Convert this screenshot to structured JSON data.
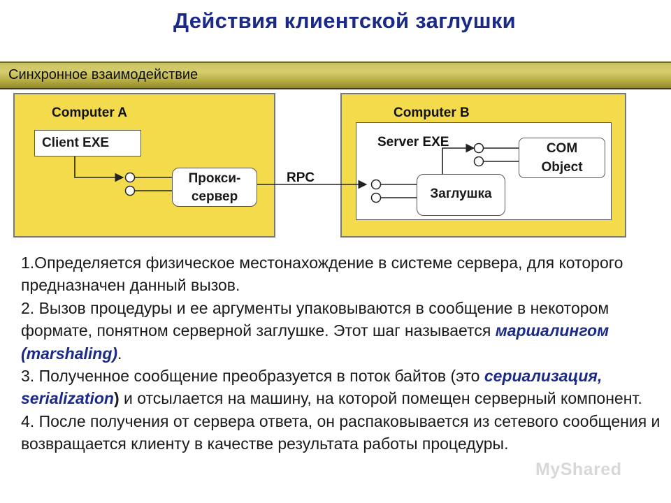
{
  "title": "Действия клиентской  заглушки",
  "banner": "Синхронное взаимодействие",
  "diagram": {
    "computer_a": "Computer A",
    "computer_b": "Computer B",
    "client_exe": "Client EXE",
    "proxy_line1": "Прокси-",
    "proxy_line2": "сервер",
    "rpc": "RPC",
    "server_exe": "Server EXE",
    "com_line1": "COM",
    "com_line2": "Object",
    "stub": "Заглушка"
  },
  "steps": {
    "s1": "1.Определяется физическое местонахождение в системе сервера, для которого предназначен данный вызов.",
    "s2_a": "2. Вызов процедуры и ее аргументы упаковываются в сообщение в некотором формате, понятном серверной заглушке. Этот шаг называется ",
    "s2_kw": "маршалингом (marshaling)",
    "s2_b": ".",
    "s3_a": "3. Полученное сообщение преобразуется в поток байтов (это ",
    "s3_kw": "сериализация, serialization",
    "s3_paren": ")",
    "s3_b": " и отсылается на машину, на которой помещен серверный компонент.",
    "s4": "4. После получения от сервера ответа, он распаковывается из сетевого сообщения и возвращается клиенту в качестве результата работы процедуры."
  },
  "watermark": "MyShared",
  "colors": {
    "title": "#1b2a86",
    "box_fill": "#f4db4c",
    "banner": "#c9c063"
  }
}
